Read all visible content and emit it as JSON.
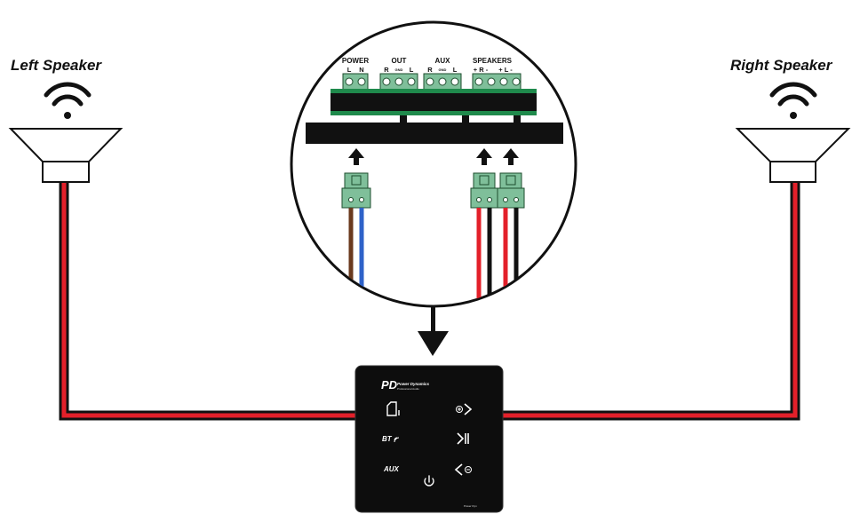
{
  "speakers": {
    "left": {
      "label": "Left Speaker"
    },
    "right": {
      "label": "Right Speaker"
    }
  },
  "terminals": {
    "power": {
      "label": "POWER",
      "pins": [
        "L",
        "N"
      ]
    },
    "out": {
      "label": "OUT",
      "pins": [
        "R",
        "GND",
        "L"
      ]
    },
    "aux": {
      "label": "AUX",
      "pins": [
        "R",
        "GND",
        "L"
      ]
    },
    "speakers": {
      "label": "SPEAKERS",
      "pins": [
        "+ R -",
        "+ L -"
      ]
    }
  },
  "panel": {
    "brand": "Power Dynamics",
    "brand_sub": "Professional Audio",
    "buttons": {
      "bt": "BT",
      "aux": "AUX"
    },
    "footer": "Power Dyn"
  },
  "colors": {
    "speaker_positive": "#e3202a",
    "speaker_negative": "#111111",
    "power_live": "#6b3a1e",
    "power_neutral": "#2e62c9",
    "terminal_green": "#7fbf9a",
    "pcb_green": "#1f8a4c",
    "panel": "#0d0d0d"
  }
}
